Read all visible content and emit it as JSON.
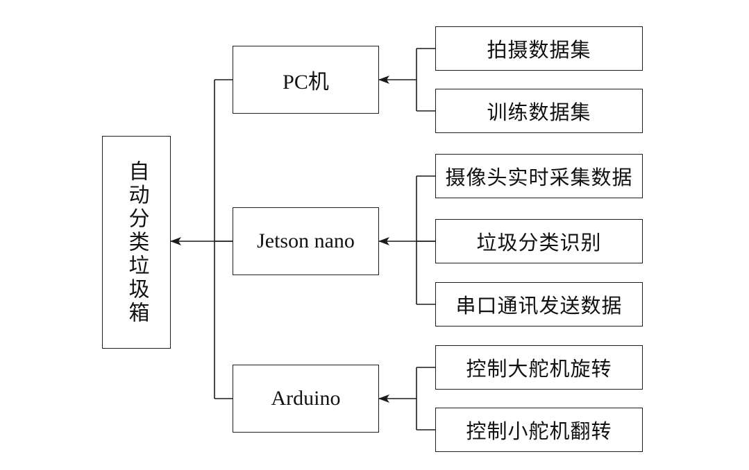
{
  "root": {
    "label": "自动分类垃圾箱"
  },
  "modules": [
    {
      "label": "PC机",
      "tasks": [
        "拍摄数据集",
        "训练数据集"
      ]
    },
    {
      "label": "Jetson nano",
      "tasks": [
        "摄像头实时采集数据",
        "垃圾分类识别",
        "串口通讯发送数据"
      ]
    },
    {
      "label": "Arduino",
      "tasks": [
        "控制大舵机旋转",
        "控制小舵机翻转"
      ]
    }
  ]
}
